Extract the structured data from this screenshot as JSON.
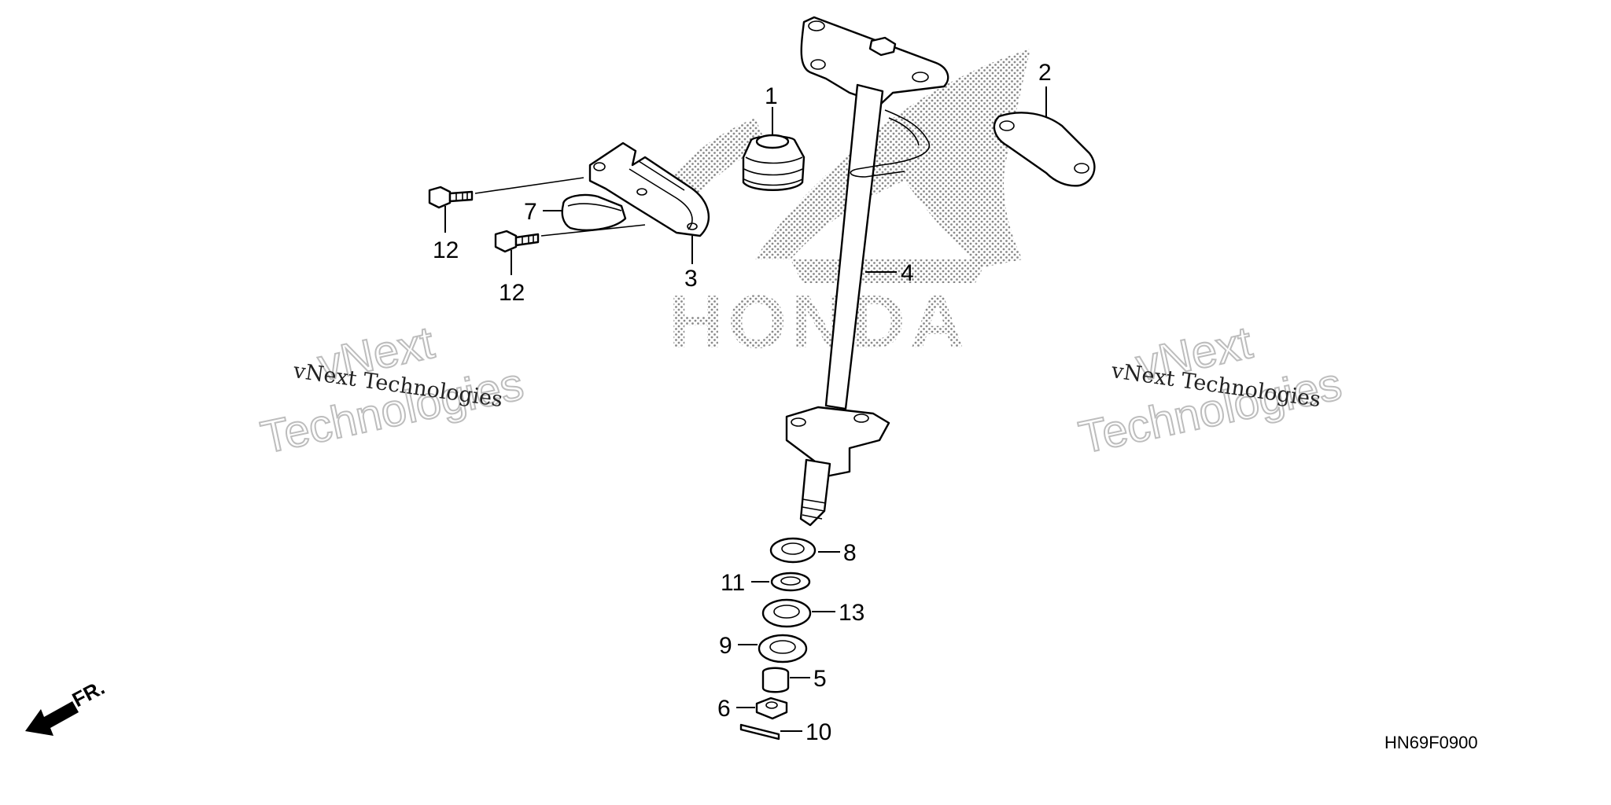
{
  "watermark": {
    "brand_logo_text": "HONDA",
    "left": {
      "small": "vNext Technologies",
      "big_line1": "vNext",
      "big_line2": "Technologies"
    },
    "right": {
      "small": "vNext Technologies",
      "big_line1": "vNext",
      "big_line2": "Technologies"
    }
  },
  "callouts": {
    "p1": "1",
    "p2": "2",
    "p3": "3",
    "p4": "4",
    "p5": "5",
    "p6": "6",
    "p7": "7",
    "p8": "8",
    "p9": "9",
    "p10": "10",
    "p11": "11",
    "p12a": "12",
    "p12b": "12",
    "p13": "13"
  },
  "direction": {
    "label": "FR."
  },
  "diagram_code": "HN69F0900"
}
